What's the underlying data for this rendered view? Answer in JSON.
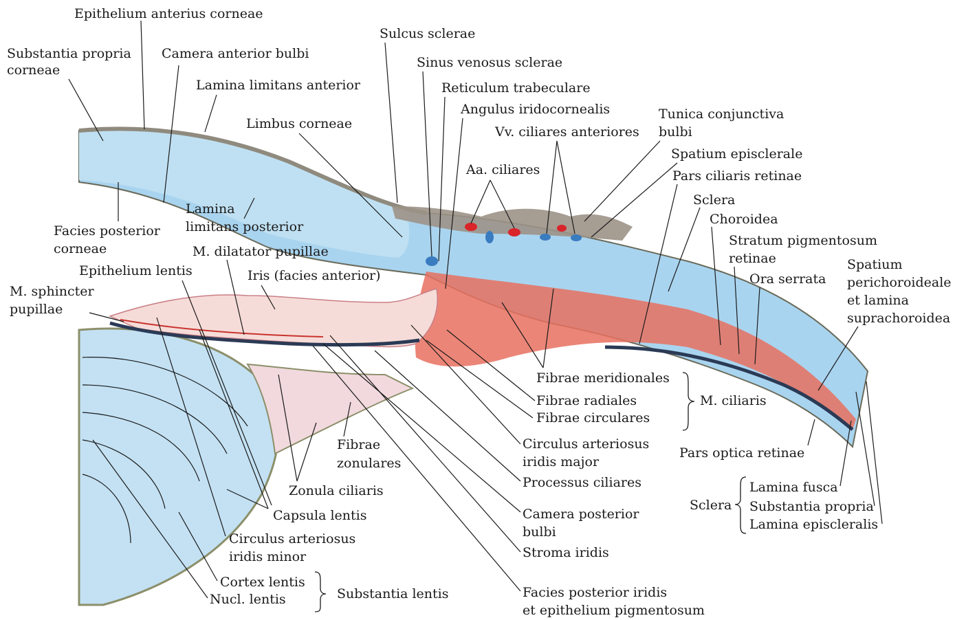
{
  "diagram": {
    "colors": {
      "cornea": "#bfe0f2",
      "sclera": "#a9d4ef",
      "lens": "#c3e1f3",
      "iris_stroma": "#f6dcd8",
      "muscle": "#e8705f",
      "pigment": "#2b3a55",
      "conjunctiva": "#9c9287",
      "artery": "#d9242a",
      "vein": "#3a7cc0",
      "zonule": "#f1d9dd",
      "capsule": "#8c8f6a"
    },
    "labels": {
      "epithelium_anterius_corneae": "Epithelium anterius corneae",
      "substantia_propria_corneae_1": "Substantia propria",
      "substantia_propria_corneae_2": "corneae",
      "camera_anterior_bulbi": "Camera anterior bulbi",
      "lamina_limitans_anterior": "Lamina limitans anterior",
      "limbus_corneae": "Limbus corneae",
      "sulcus_sclerae": "Sulcus sclerae",
      "sinus_venosus_sclerae": "Sinus venosus sclerae",
      "reticulum_trabeculare": "Reticulum trabeculare",
      "angulus_iridocornealis": "Angulus iridocornealis",
      "tunica_conjunctiva_1": "Tunica conjunctiva",
      "tunica_conjunctiva_2": "bulbi",
      "vv_ciliares_anteriores": "Vv. ciliares anteriores",
      "spatium_episclerale": "Spatium episclerale",
      "aa_ciliares": "Aa. ciliares",
      "pars_ciliaris_retinae": "Pars ciliaris retinae",
      "sclera": "Sclera",
      "choroidea": "Choroidea",
      "stratum_pigmentosum_1": "Stratum pigmentosum",
      "stratum_pigmentosum_2": "retinae",
      "ora_serrata": "Ora serrata",
      "spatium_perichoroideale_1": "Spatium",
      "spatium_perichoroideale_2": "perichoroideale",
      "spatium_perichoroideale_3": "et lamina",
      "spatium_perichoroideale_4": "suprachoroidea",
      "lamina_limitans_posterior_1": "Lamina",
      "lamina_limitans_posterior_2": "limitans posterior",
      "facies_posterior_corneae_1": "Facies posterior",
      "facies_posterior_corneae_2": "corneae",
      "m_dilatator_pupillae": "M. dilatator pupillae",
      "epithelium_lentis": "Epithelium lentis",
      "iris_facies_anterior": "Iris (facies anterior)",
      "m_sphincter_1": "M. sphincter",
      "m_sphincter_2": "pupillae",
      "fibrae_meridionales": "Fibrae meridionales",
      "fibrae_radiales": "Fibrae radiales",
      "fibrae_circulares": "Fibrae circulares",
      "m_ciliaris": "M. ciliaris",
      "circulus_major_1": "Circulus arteriosus",
      "circulus_major_2": "iridis major",
      "fibrae_zonulares_1": "Fibrae",
      "fibrae_zonulares_2": "zonulares",
      "pars_optica_retinae": "Pars optica retinae",
      "processus_ciliares": "Processus ciliares",
      "zonula_ciliaris": "Zonula ciliaris",
      "lamina_fusca": "Lamina fusca",
      "sclera_group": "Sclera",
      "substantia_propria": "Substantia propria",
      "lamina_episcleralis": "Lamina episcleralis",
      "capsula_lentis": "Capsula lentis",
      "camera_posterior_1": "Camera posterior",
      "camera_posterior_2": "bulbi",
      "circulus_minor_1": "Circulus arteriosus",
      "circulus_minor_2": "iridis minor",
      "stroma_iridis": "Stroma iridis",
      "cortex_lentis": "Cortex lentis",
      "nucl_lentis": "Nucl. lentis",
      "substantia_lentis": "Substantia lentis",
      "facies_posterior_iridis_1": "Facies posterior iridis",
      "facies_posterior_iridis_2": "et epithelium pigmentosum"
    }
  }
}
